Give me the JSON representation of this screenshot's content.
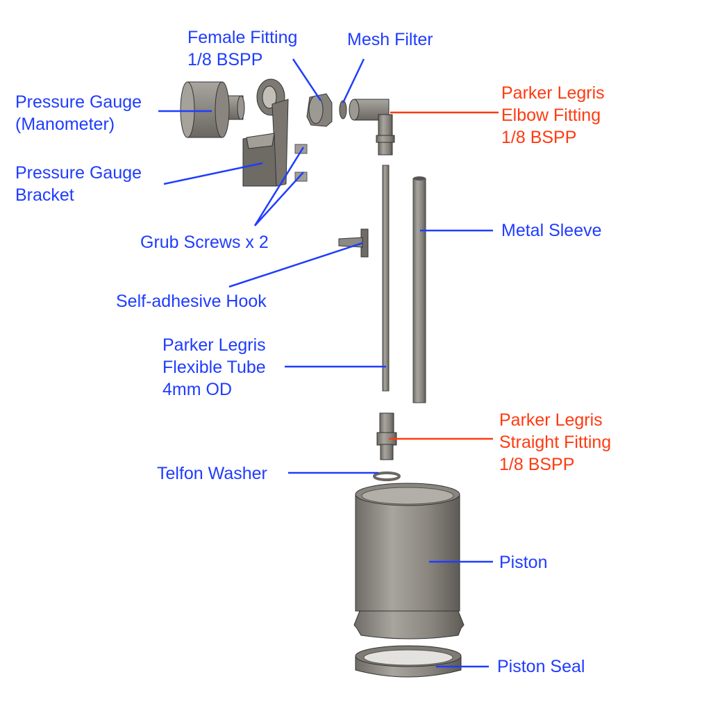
{
  "colors": {
    "label_blue": "#1f3cff",
    "label_red": "#ff3a10",
    "part_gray": "#8e8a84"
  },
  "labels": {
    "female_fitting": [
      "Female Fitting",
      "1/8 BSPP"
    ],
    "mesh_filter": [
      "Mesh Filter"
    ],
    "pressure_gauge": [
      "Pressure Gauge",
      "(Manometer)"
    ],
    "elbow_fitting": [
      "Parker Legris",
      "Elbow Fitting",
      "1/8 BSPP"
    ],
    "gauge_bracket": [
      "Pressure Gauge",
      "Bracket"
    ],
    "grub_screws": [
      "Grub Screws x 2"
    ],
    "metal_sleeve": [
      "Metal Sleeve"
    ],
    "hook": [
      "Self-adhesive Hook"
    ],
    "flexible_tube": [
      "Parker Legris",
      "Flexible Tube",
      "4mm OD"
    ],
    "straight_fitting": [
      "Parker Legris",
      "Straight Fitting",
      "1/8 BSPP"
    ],
    "washer": [
      "Telfon Washer"
    ],
    "piston": [
      "Piston"
    ],
    "piston_seal": [
      "Piston Seal"
    ]
  }
}
